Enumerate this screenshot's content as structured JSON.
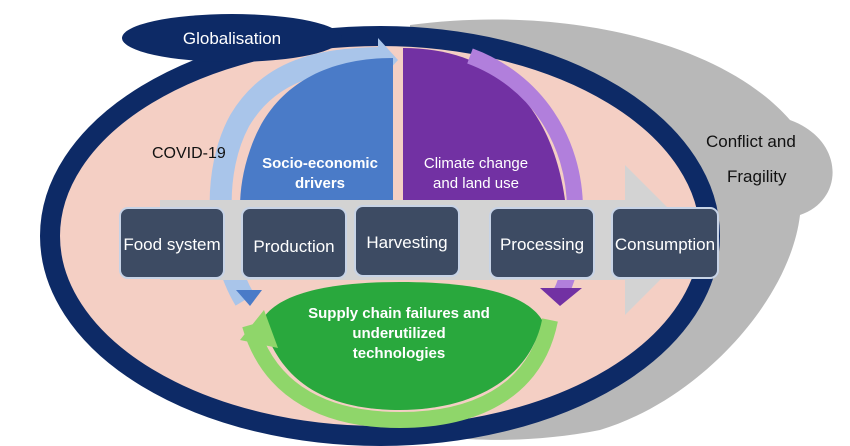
{
  "outer_label": "Globalisation",
  "inner_label": "COVID-19",
  "side_label_line1": "Conflict and",
  "side_label_line2": "Fragility",
  "quadrants": {
    "socio_economic_line1": "Socio-economic",
    "socio_economic_line2": "drivers",
    "climate_line1": "Climate change",
    "climate_line2": "and land use",
    "supply_chain_line1": "Supply chain failures and",
    "supply_chain_line2": "underutilized",
    "supply_chain_line3": "technologies"
  },
  "stages": [
    "Food system",
    "Production",
    "Harvesting",
    "Processing",
    "Consumption"
  ],
  "colors": {
    "navy": "#0d2a66",
    "blob": "#b8b8b8",
    "ellipse_fill": "#f4cfc4",
    "blue": "#4a7bc8",
    "light_blue": "#a9c5ea",
    "purple": "#7231a3",
    "light_purple": "#b17fdc",
    "green": "#29a83d",
    "light_green": "#8fd66a",
    "box": "#3d4b63",
    "box_border": "#c7d3e6",
    "band": "#d3d3d3"
  }
}
